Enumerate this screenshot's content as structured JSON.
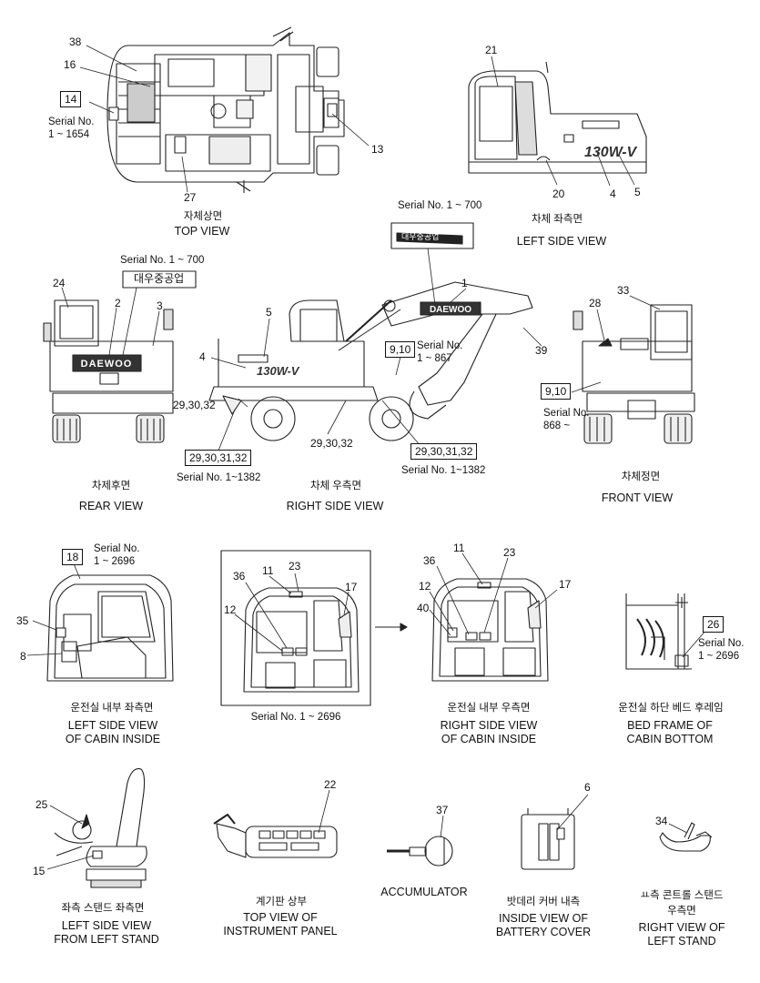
{
  "diagram": {
    "top_view": {
      "ko": "자체상면",
      "en": "TOP VIEW",
      "callouts": [
        "38",
        "16",
        "27",
        "13"
      ],
      "boxed": "14",
      "serial": [
        "Serial No.",
        "1 ~ 1654"
      ]
    },
    "left_side_view": {
      "ko": "차체 좌측면",
      "en": "LEFT SIDE VIEW",
      "callouts": [
        "21",
        "20",
        "4",
        "5"
      ]
    },
    "decal_note": {
      "serial": "Serial No. 1 ~ 700",
      "decal_text": "대우중공업"
    },
    "rear_view": {
      "ko": "차제후면",
      "en": "REAR VIEW",
      "serial": "Serial No. 1 ~ 700",
      "decal_text": "대우중공업",
      "logo": "DAEWOO",
      "callouts": [
        "24",
        "2",
        "3"
      ]
    },
    "right_side_view": {
      "ko": "차체 우측면",
      "en": "RIGHT SIDE VIEW",
      "logo": "DAEWOO",
      "callouts": [
        "1",
        "5",
        "4",
        "39",
        "29,30,32",
        "29,30,32"
      ],
      "boxed": [
        "9,10",
        "29,30,31,32",
        "29,30,31,32"
      ],
      "serial_a": [
        "Serial No.",
        "1 ~ 867"
      ],
      "serial_b": "Serial No. 1~1382",
      "serial_c": "Serial No. 1~1382"
    },
    "front_view": {
      "ko": "차체정면",
      "en": "FRONT VIEW",
      "callouts": [
        "28",
        "33"
      ],
      "boxed": "9,10",
      "serial": [
        "Serial No.",
        "868 ~"
      ]
    },
    "cabin_left": {
      "ko": "운전실 내부 좌측면",
      "en1": "LEFT SIDE VIEW",
      "en2": "OF CABIN INSIDE",
      "boxed": "18",
      "serial": [
        "Serial No.",
        "1 ~ 2696"
      ],
      "callouts": [
        "35",
        "8"
      ]
    },
    "cabin_right_early": {
      "serial": "Serial No. 1 ~ 2696",
      "callouts": [
        "36",
        "11",
        "23",
        "17",
        "12"
      ]
    },
    "cabin_right": {
      "ko": "운전실 내부 우측면",
      "en1": "RIGHT SIDE VIEW",
      "en2": "OF CABIN INSIDE",
      "callouts": [
        "11",
        "36",
        "23",
        "17",
        "12",
        "40"
      ]
    },
    "bed_frame": {
      "ko": "운전실 하단 베드 후레임",
      "en1": "BED FRAME OF",
      "en2": "CABIN BOTTOM",
      "boxed": "26",
      "serial": [
        "Serial No.",
        "1 ~ 2696"
      ]
    },
    "seat": {
      "ko": "좌측 스탠드 좌측면",
      "en1": "LEFT SIDE VIEW",
      "en2": "FROM LEFT STAND",
      "callouts": [
        "25",
        "15"
      ]
    },
    "instrument_panel": {
      "ko": "계기판 상부",
      "en1": "TOP VIEW OF",
      "en2": "INSTRUMENT PANEL",
      "callouts": [
        "22"
      ]
    },
    "accumulator": {
      "en": "ACCUMULATOR",
      "callouts": [
        "37"
      ]
    },
    "battery_cover": {
      "ko": "밧데리 커버 내측",
      "en1": "INSIDE VIEW OF",
      "en2": "BATTERY COVER",
      "callouts": [
        "6"
      ]
    },
    "left_stand": {
      "ko": "ㅛ측 콘트롤 스탠드",
      "ko2": "우측면",
      "en1": "RIGHT VIEW OF",
      "en2": "LEFT STAND",
      "callouts": [
        "34"
      ]
    }
  }
}
